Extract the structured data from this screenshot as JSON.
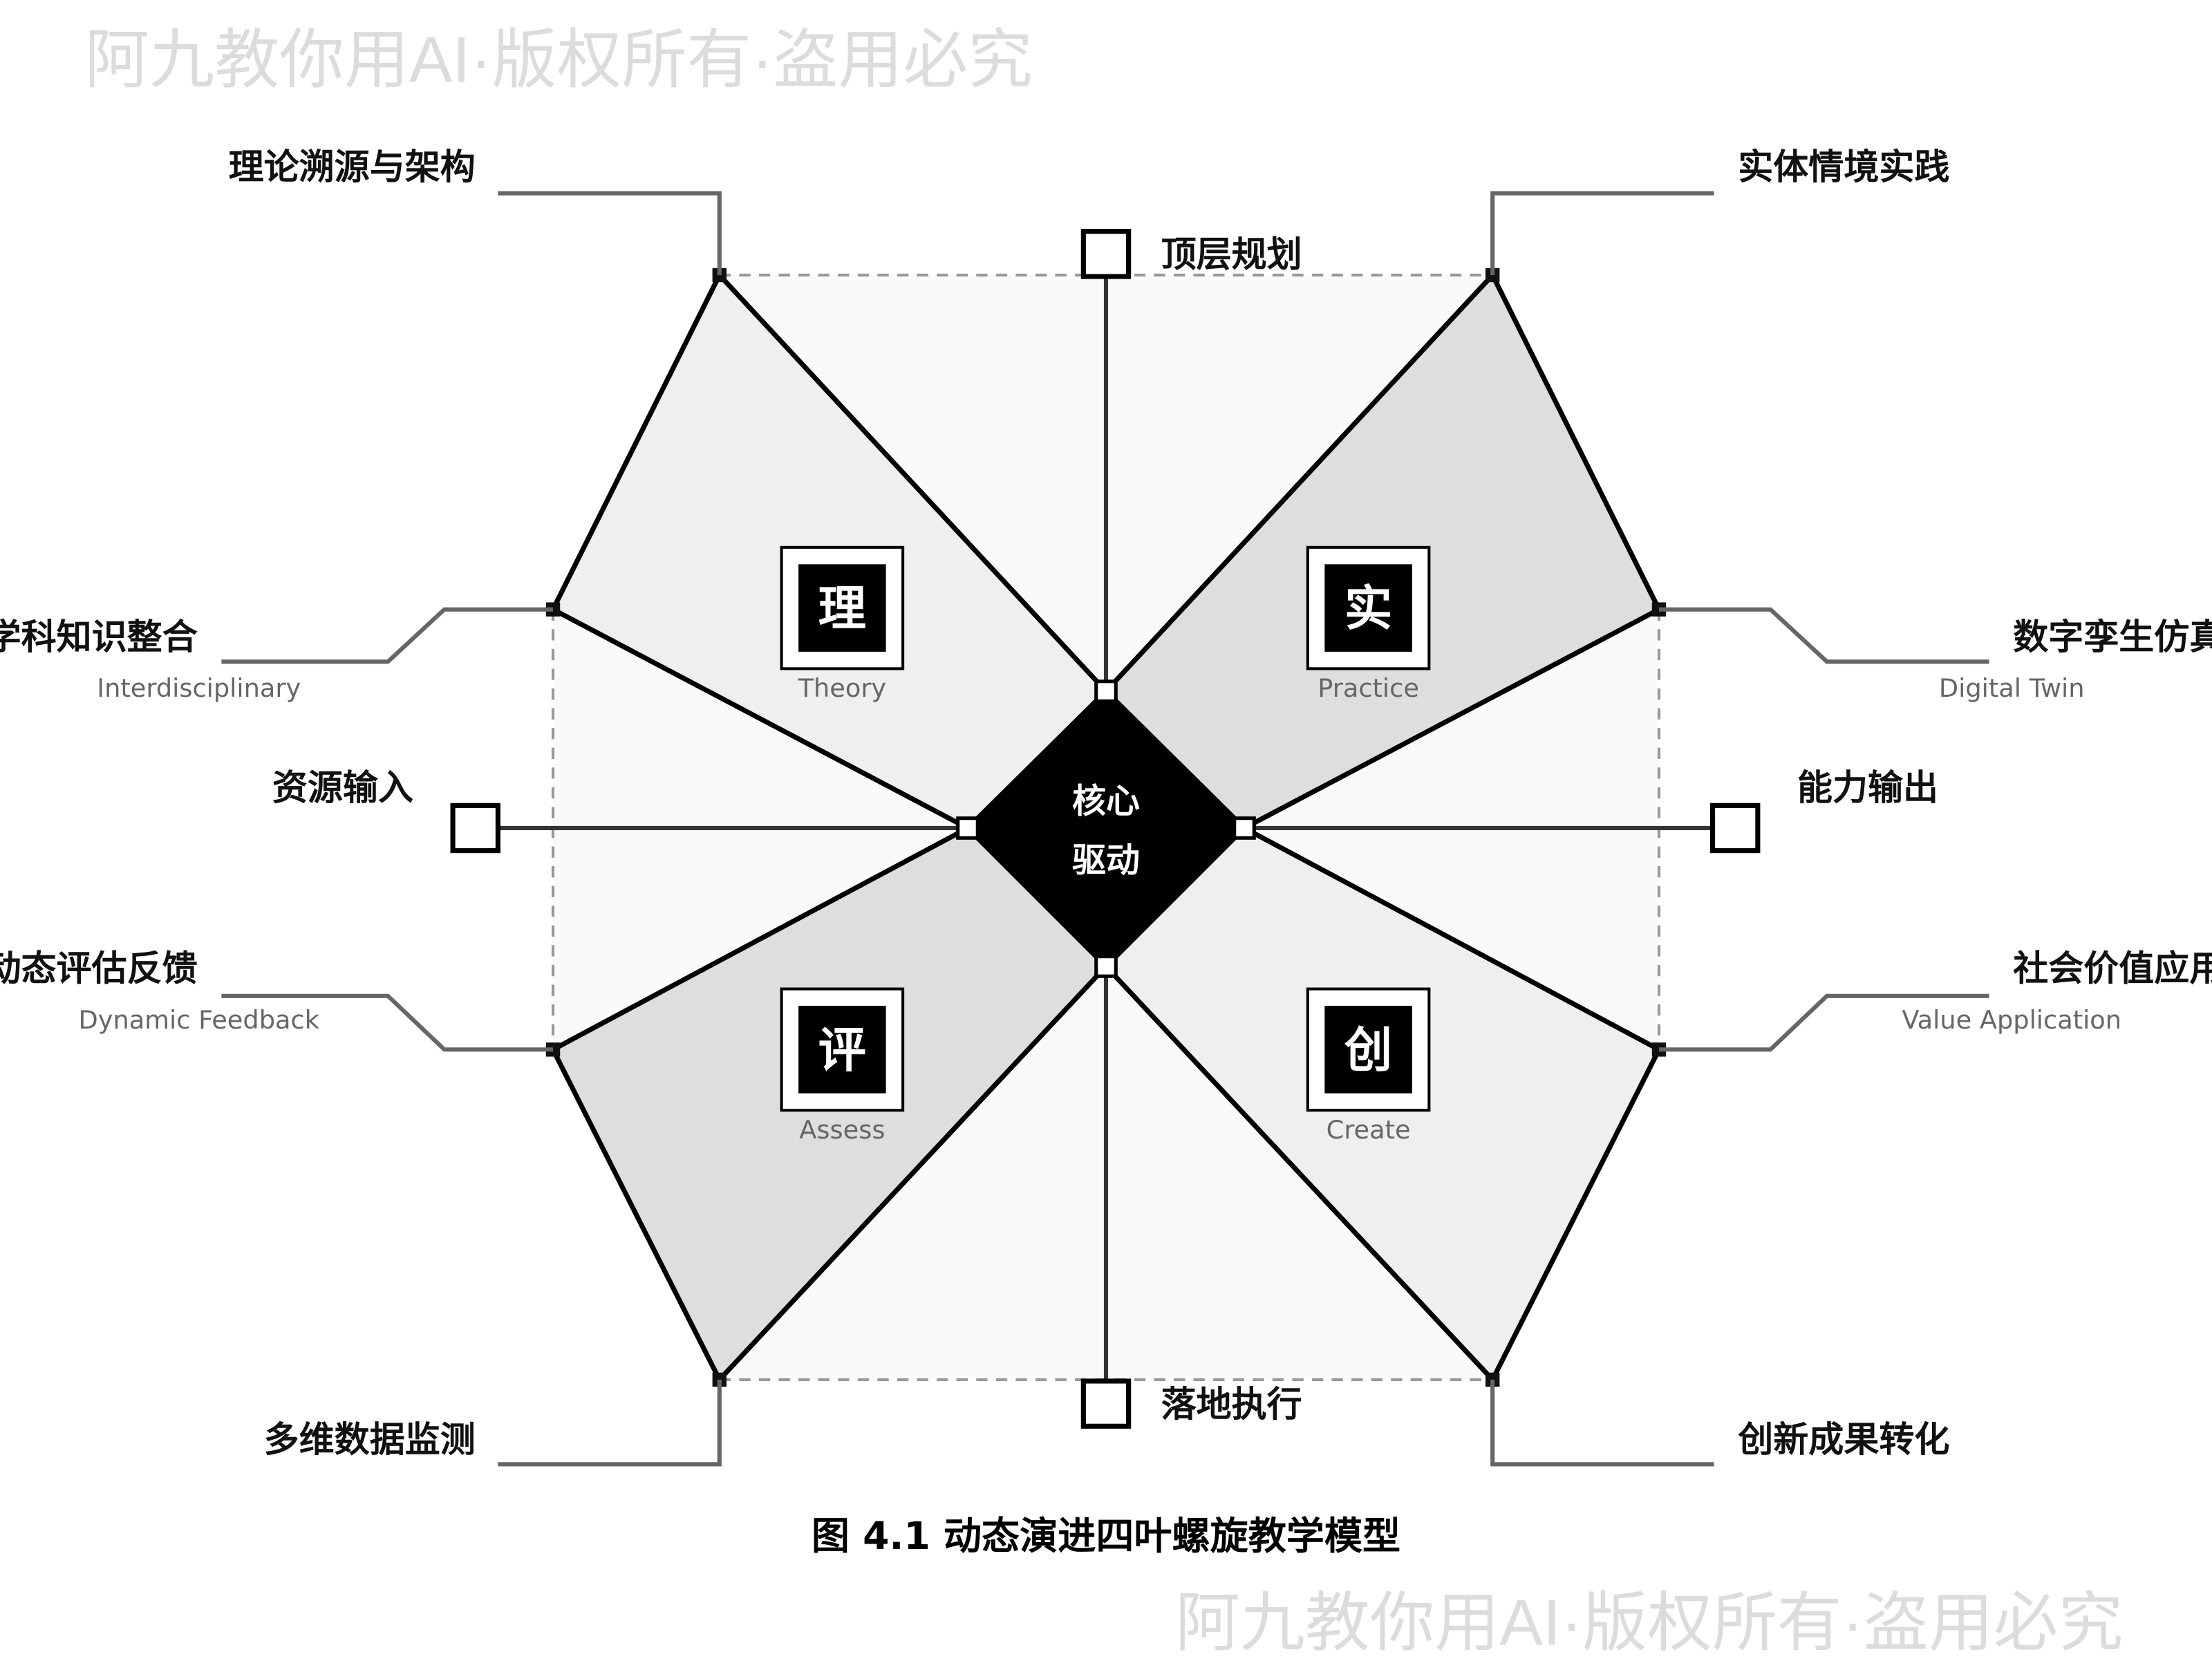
{
  "center": {
    "line1": "核心",
    "line2": "驱动"
  },
  "axis": {
    "top": "顶层规划",
    "bottom": "落地执行",
    "left": "资源输入",
    "right": "能力输出"
  },
  "leaves": [
    {
      "char": "理",
      "english": "Theory",
      "fill": "#efefef"
    },
    {
      "char": "实",
      "english": "Practice",
      "fill": "#dedede"
    },
    {
      "char": "评",
      "english": "Assess",
      "fill": "#dedede"
    },
    {
      "char": "创",
      "english": "Create",
      "fill": "#efefef"
    }
  ],
  "callouts": {
    "top_left": "理论溯源与架构",
    "top_right": "实体情境实践",
    "mid_left": {
      "label": "跨学科知识整合",
      "sub": "Interdisciplinary"
    },
    "mid_right": {
      "label": "数字孪生仿真",
      "sub": "Digital Twin"
    },
    "low_left": {
      "label": "动态评估反馈",
      "sub": "Dynamic Feedback"
    },
    "low_right": {
      "label": "社会价值应用",
      "sub": "Value Application"
    },
    "bottom_left": "多维数据监测",
    "bottom_right": "创新成果转化"
  },
  "caption": "图 4.1 动态演进四叶螺旋教学模型",
  "watermark": "阿九教你用AI·版权所有·盗用必究"
}
